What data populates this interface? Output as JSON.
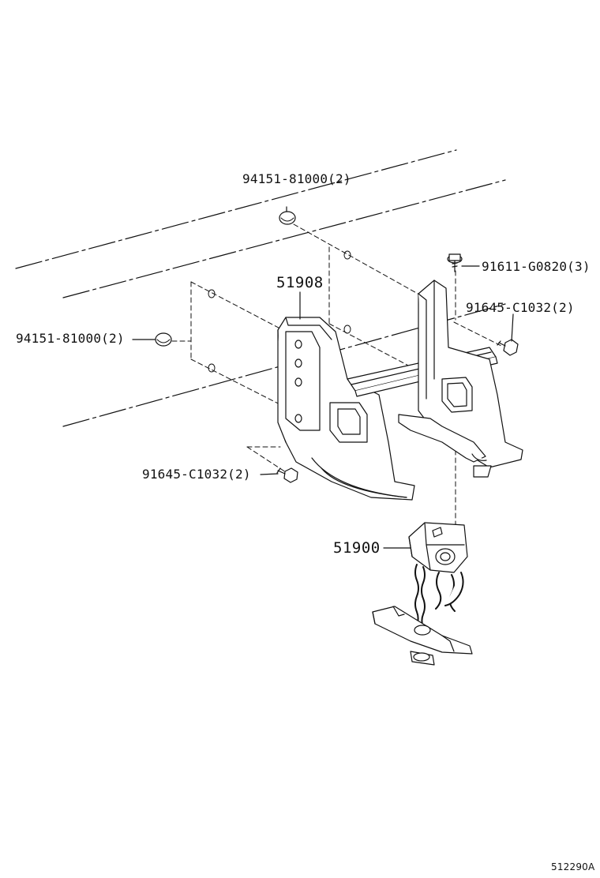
{
  "callouts": [
    {
      "id": "clip-top",
      "part_number": "94151-81000",
      "qty": "(2)"
    },
    {
      "id": "bolt-right-top",
      "part_number": "91611-G0820",
      "qty": "(3)"
    },
    {
      "id": "bolt-right-mid",
      "part_number": "91645-C1032",
      "qty": "(2)"
    },
    {
      "id": "clip-left",
      "part_number": "94151-81000",
      "qty": "(2)"
    },
    {
      "id": "bolt-left-bottom",
      "part_number": "91645-C1032",
      "qty": "(2)"
    }
  ],
  "assemblies": {
    "bracket": "51908",
    "carrier": "51900"
  },
  "illustration_code": "512290A",
  "labels": {
    "clip_top": "94151-81000(2)",
    "bolt_right_top": "91611-G0820(3)",
    "bolt_right_mid": "91645-C1032(2)",
    "clip_left": "94151-81000(2)",
    "bolt_left_bottom": "91645-C1032(2)"
  }
}
